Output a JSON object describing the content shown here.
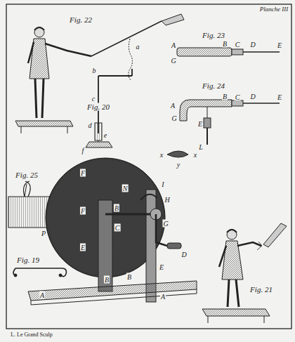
{
  "diagram": {
    "labels": [
      "Planche III",
      "Fig. 22",
      "a",
      "b",
      "c",
      "d",
      "e",
      "f",
      "Fig. 20",
      "Fig. 23",
      "A",
      "B",
      "C",
      "D",
      "E",
      "G",
      "Fig. 24",
      "A",
      "G",
      "B",
      "C",
      "D",
      "E",
      "E",
      "L",
      "x",
      "x",
      "y",
      "Fig. 25",
      "F",
      "N",
      "I",
      "P",
      "H",
      "B",
      "C",
      "G",
      "F",
      "E",
      "D",
      "E",
      "B",
      "B",
      "A",
      "A",
      "Fig. 19",
      "Fig. 21",
      "L. Le Grand Sculp"
    ]
  }
}
